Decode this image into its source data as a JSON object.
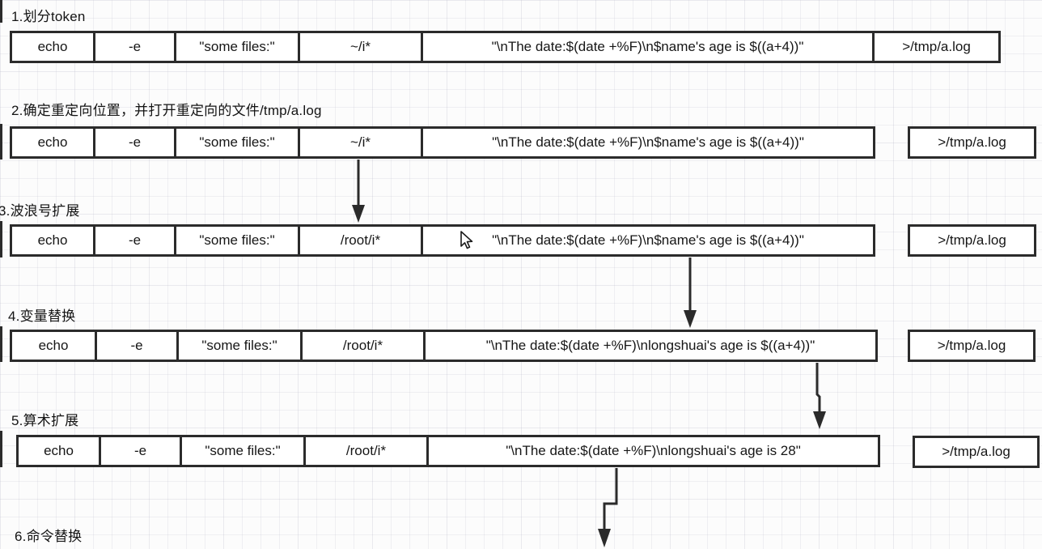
{
  "colors": {
    "stroke": "#2b2b2b",
    "box_background": "#ffffff",
    "page_background": "#fcfcfc"
  },
  "steps": [
    {
      "label": "1.划分token",
      "tokens": [
        "echo",
        "-e",
        "\"some files:\"",
        "~/i*",
        "\"\\nThe date:$(date +%F)\\n$name's age is $((a+4))\"",
        ">/tmp/a.log"
      ]
    },
    {
      "label": "2.确定重定向位置，并打开重定向的文件/tmp/a.log",
      "tokens": [
        "echo",
        "-e",
        "\"some files:\"",
        "~/i*",
        "\"\\nThe date:$(date +%F)\\n$name's age is $((a+4))\""
      ],
      "redirect": ">/tmp/a.log"
    },
    {
      "label": "3.波浪号扩展",
      "tokens": [
        "echo",
        "-e",
        "\"some files:\"",
        "/root/i*",
        "\"\\nThe date:$(date +%F)\\n$name's age is $((a+4))\""
      ],
      "redirect": ">/tmp/a.log"
    },
    {
      "label": "4.变量替换",
      "tokens": [
        "echo",
        "-e",
        "\"some files:\"",
        "/root/i*",
        "\"\\nThe date:$(date +%F)\\nlongshuai's age is $((a+4))\""
      ],
      "redirect": ">/tmp/a.log"
    },
    {
      "label": "5.算术扩展",
      "tokens": [
        "echo",
        "-e",
        "\"some files:\"",
        "/root/i*",
        "\"\\nThe date:$(date +%F)\\nlongshuai's age is 28\""
      ],
      "redirect": ">/tmp/a.log"
    },
    {
      "label": "6.命令替换"
    }
  ]
}
